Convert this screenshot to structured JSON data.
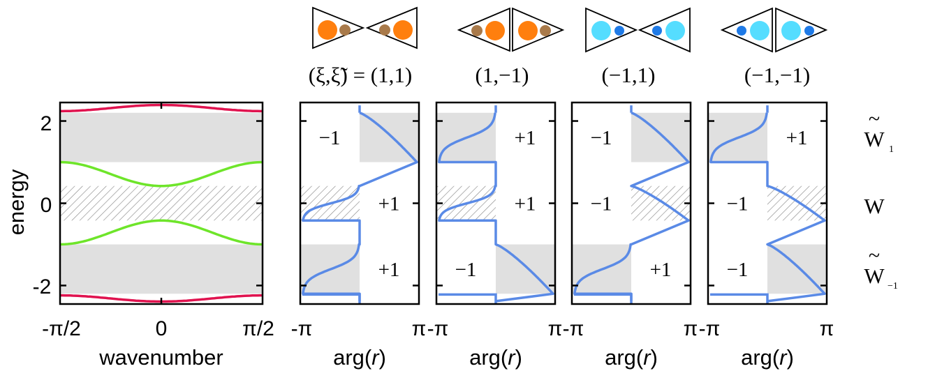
{
  "colors": {
    "band_outer": "#e0134f",
    "band_inner": "#6ee52a",
    "gap_fill": "#e0e0e0",
    "hatch": "#8a8a8a",
    "phase_curve": "#5a8ae6",
    "orange_big": "#ff7f0e",
    "brown_small": "#a97a4a",
    "cyan_big": "#55ddff",
    "blue_small": "#1f7ae6"
  },
  "band_panel": {
    "ylabel": "energy",
    "xlabel": "wavenumber",
    "xtick_labels": [
      "-π/2",
      "0",
      "π/2"
    ],
    "ytick_labels": [
      "2",
      "0",
      "-2"
    ]
  },
  "phase_panels": [
    {
      "title": "(ξ,ξ̃) = (1,1)",
      "xlabel_pre": "arg(",
      "xlabel_var": "r",
      "xlabel_post": ")",
      "xtick_left": "-π",
      "xtick_right": "π",
      "winding": [
        "−1",
        "+1",
        "+1"
      ]
    },
    {
      "title": "(1,−1)",
      "xlabel_pre": "arg(",
      "xlabel_var": "r",
      "xlabel_post": ")",
      "xtick_left": "-π",
      "xtick_right": "π",
      "winding": [
        "+1",
        "+1",
        "−1"
      ]
    },
    {
      "title": "(−1,1)",
      "xlabel_pre": "arg(",
      "xlabel_var": "r",
      "xlabel_post": ")",
      "xtick_left": "-π",
      "xtick_right": "π",
      "winding": [
        "−1",
        "−1",
        "+1"
      ]
    },
    {
      "title": "(−1,−1)",
      "xlabel_pre": "arg(",
      "xlabel_var": "r",
      "xlabel_post": ")",
      "xtick_left": "-π",
      "xtick_right": "π",
      "winding": [
        "+1",
        "−1",
        "−1"
      ]
    }
  ],
  "gap_labels": {
    "upper": {
      "base": "W",
      "tilde": "~",
      "sub": "1"
    },
    "middle": {
      "base": "W"
    },
    "lower": {
      "base": "W",
      "tilde": "~",
      "sub": "−1"
    }
  },
  "chart_data": [
    {
      "type": "line",
      "title": "",
      "xlabel": "wavenumber",
      "ylabel": "energy",
      "xlim": [
        -1.5708,
        1.5708
      ],
      "ylim": [
        -2.45,
        2.45
      ],
      "x": [
        -1.5708,
        -1.1781,
        -0.7854,
        -0.3927,
        0,
        0.3927,
        0.7854,
        1.1781,
        1.5708
      ],
      "series": [
        {
          "values": [
            2.24,
            2.27,
            2.32,
            2.37,
            2.39,
            2.37,
            2.32,
            2.27,
            2.24
          ]
        },
        {
          "values": [
            1.0,
            0.96,
            0.8,
            0.56,
            0.42,
            0.56,
            0.8,
            0.96,
            1.0
          ]
        },
        {
          "values": [
            -1.0,
            -0.96,
            -0.8,
            -0.56,
            -0.42,
            -0.56,
            -0.8,
            -0.96,
            -1.0
          ]
        },
        {
          "values": [
            -2.24,
            -2.27,
            -2.32,
            -2.37,
            -2.39,
            -2.37,
            -2.32,
            -2.27,
            -2.24
          ]
        }
      ],
      "gaps": [
        {
          "from": 1.0,
          "to": 2.2,
          "style": "solid"
        },
        {
          "from": -0.42,
          "to": 0.42,
          "style": "hatched"
        },
        {
          "from": -2.2,
          "to": -1.0,
          "style": "solid"
        }
      ]
    },
    {
      "type": "line",
      "title": "(ξ,ξ̃) = (1,1)",
      "xlabel": "arg(r)",
      "xlim": [
        -3.1416,
        3.1416
      ],
      "ylim": [
        -2.45,
        2.45
      ],
      "gap_fill_side": [
        "right",
        "left",
        "left"
      ],
      "winding": [
        -1,
        1,
        1
      ]
    },
    {
      "type": "line",
      "title": "(1,−1)",
      "xlabel": "arg(r)",
      "xlim": [
        -3.1416,
        3.1416
      ],
      "ylim": [
        -2.45,
        2.45
      ],
      "gap_fill_side": [
        "left",
        "left",
        "right"
      ],
      "winding": [
        1,
        1,
        -1
      ]
    },
    {
      "type": "line",
      "title": "(−1,1)",
      "xlabel": "arg(r)",
      "xlim": [
        -3.1416,
        3.1416
      ],
      "ylim": [
        -2.45,
        2.45
      ],
      "gap_fill_side": [
        "right",
        "right",
        "left"
      ],
      "winding": [
        -1,
        -1,
        1
      ]
    },
    {
      "type": "line",
      "title": "(−1,−1)",
      "xlabel": "arg(r)",
      "xlim": [
        -3.1416,
        3.1416
      ],
      "ylim": [
        -2.45,
        2.45
      ],
      "gap_fill_side": [
        "left",
        "right",
        "right"
      ],
      "winding": [
        1,
        -1,
        -1
      ]
    }
  ]
}
